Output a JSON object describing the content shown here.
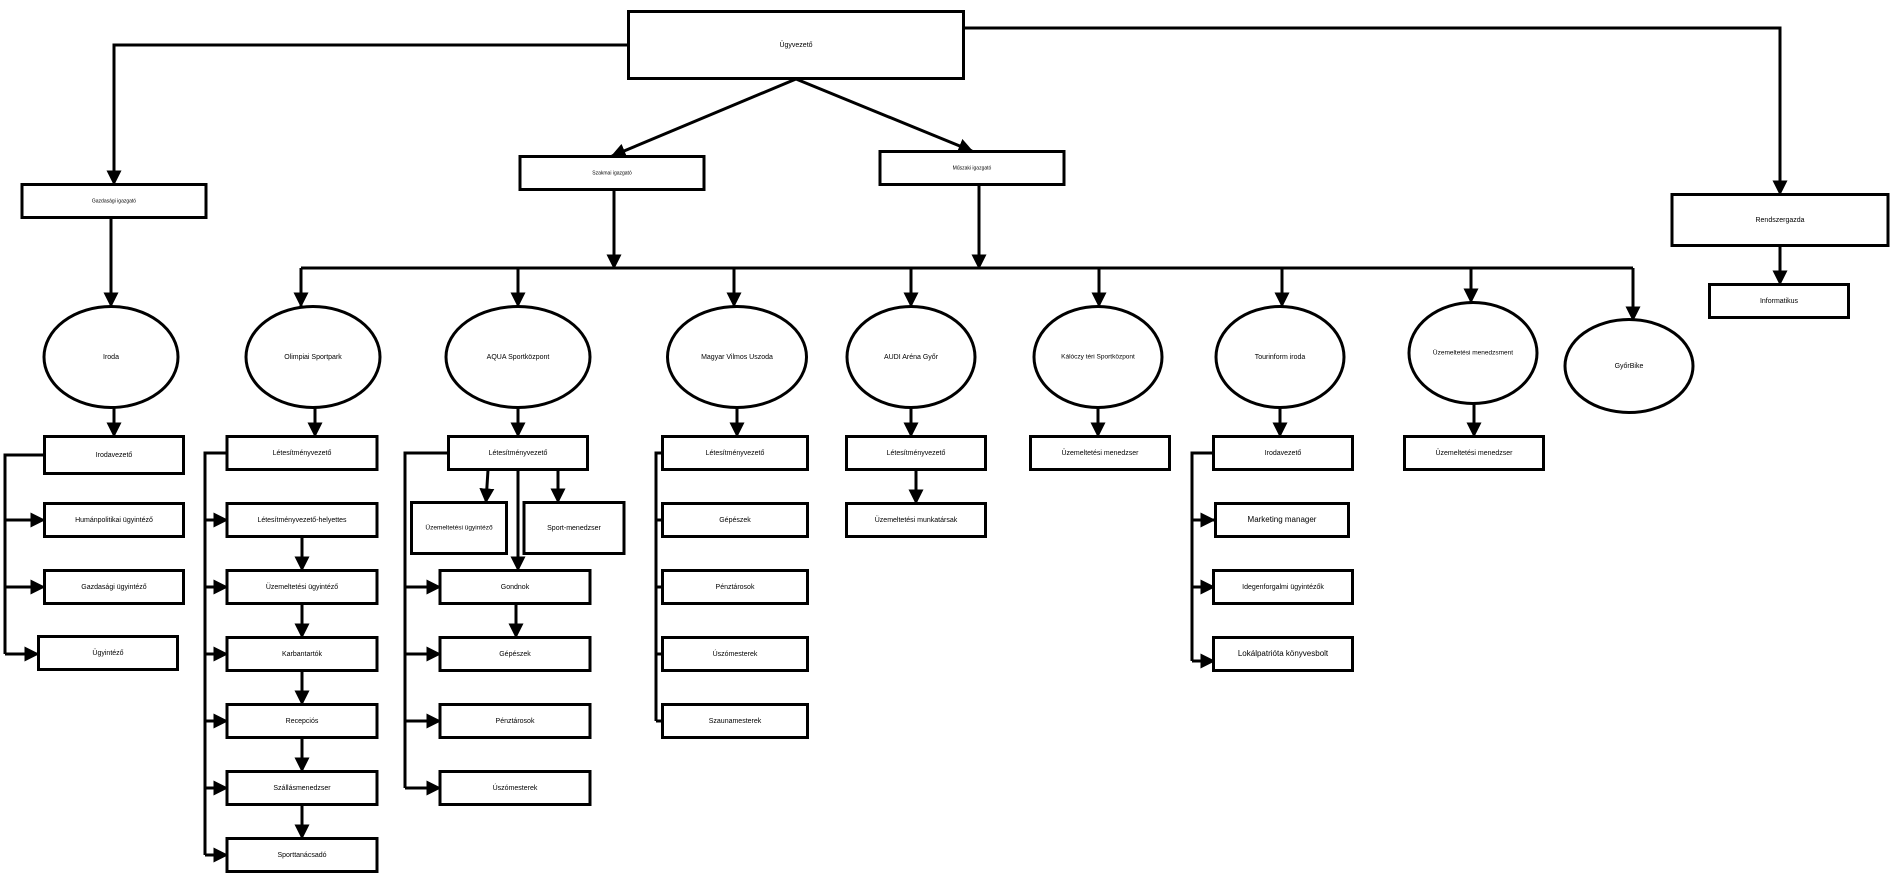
{
  "units": {
    "ceo": "Ügyvezető",
    "econ_dir": "Gazdasági igazgató",
    "prof_dir": "Szakmai igazgató",
    "tech_dir": "Műszaki igazgató",
    "sysadmin": "Rendszergazda",
    "it": "Informatikus",
    "office": "Iroda",
    "office_head": "Irodavezető",
    "hr_clerk": "Humánpolitikai ügyintéző",
    "econ_clerk": "Gazdasági ügyintéző",
    "clerk": "Ügyintéző",
    "olimpiai": "Olimpiai Sportpark",
    "op_manager_1": "Létesítményvezető",
    "op_deputy": "Létesítményvezető-helyettes",
    "op_clerk": "Üzemeltetési ügyintéző",
    "maint_1": "Karbantartók",
    "reception": "Recepciós",
    "accom_mgr": "Szállásmenedzser",
    "sport_adv": "Sporttanácsadó",
    "aqua": "AQUA Sportközpont",
    "op_manager_2": "Létesítményvezető",
    "aqua_op_clerk": "Üzemeltetési ügyintéző",
    "sport_mgr": "Sport-menedzser",
    "caretaker": "Gondnok",
    "mech_2": "Gépészek",
    "cashier_2": "Pénztárosok",
    "swim_2": "Úszómesterek",
    "magyar": "Magyar Vilmos Uszoda",
    "op_manager_3": "Létesítményvezető",
    "mech_3": "Gépészek",
    "cashier_3": "Pénztárosok",
    "swim_3": "Úszómesterek",
    "sauna": "Szaunamesterek",
    "audi": "AUDI Aréna Győr",
    "op_manager_4": "Létesítményvezető",
    "op_staff": "Üzemeltetési munkatársak",
    "kaloczy": "Kálóczy téri Sportközpont",
    "kal_op_mgr": "Üzemeltetési menedzser",
    "tourinform": "Tourinform iroda",
    "tour_head": "Irodavezető",
    "marketing": "Marketing manager",
    "tourism_clerks": "Idegenforgalmi ügyintézők",
    "bookshop": "Lokálpatrióta könyvesbolt",
    "op_mgmt": "Üzemeltetési menedzsment",
    "opm_mgr": "Üzemeltetési menedzser",
    "gyorbike": "GyőrBike"
  }
}
